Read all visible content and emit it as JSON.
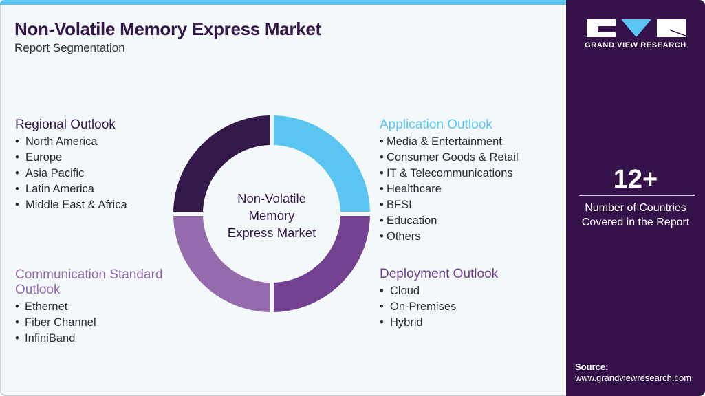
{
  "header": {
    "title": "Non-Volatile Memory Express Market",
    "subtitle": "Report Segmentation"
  },
  "center": {
    "line1": "Non-Volatile",
    "line2": "Memory",
    "line3": "Express Market"
  },
  "segments": {
    "regional": {
      "title": "Regional Outlook",
      "color": "#35184a",
      "items": [
        "North America",
        "Europe",
        "Asia Pacific",
        "Latin America",
        "Middle East & Africa"
      ]
    },
    "application": {
      "title": "Application Outlook",
      "color": "#5bc5f1",
      "items": [
        "Media & Entertainment",
        "Consumer Goods & Retail",
        "IT & Telecommunications",
        "Healthcare",
        "BFSI",
        "Education",
        "Others"
      ]
    },
    "communication": {
      "title_line1": "Communication Standard",
      "title_line2": "Outlook",
      "color": "#946bad",
      "items": [
        "Ethernet",
        "Fiber Channel",
        "InfiniBand"
      ]
    },
    "deployment": {
      "title": "Deployment Outlook",
      "color": "#73418f",
      "items": [
        "Cloud",
        "On-Premises",
        "Hybrid"
      ]
    }
  },
  "sidebar": {
    "brand": "GRAND VIEW RESEARCH",
    "stat_value": "12+",
    "stat_label_line1": "Number of Countries",
    "stat_label_line2": "Covered in the Report",
    "source_label": "Source:",
    "source_url": "www.grandviewresearch.com"
  },
  "colors": {
    "title": "#35184a",
    "panel": "#36124a",
    "accent_blue": "#5bc5f1",
    "background": "#f3f8fb"
  },
  "bullet": "•"
}
